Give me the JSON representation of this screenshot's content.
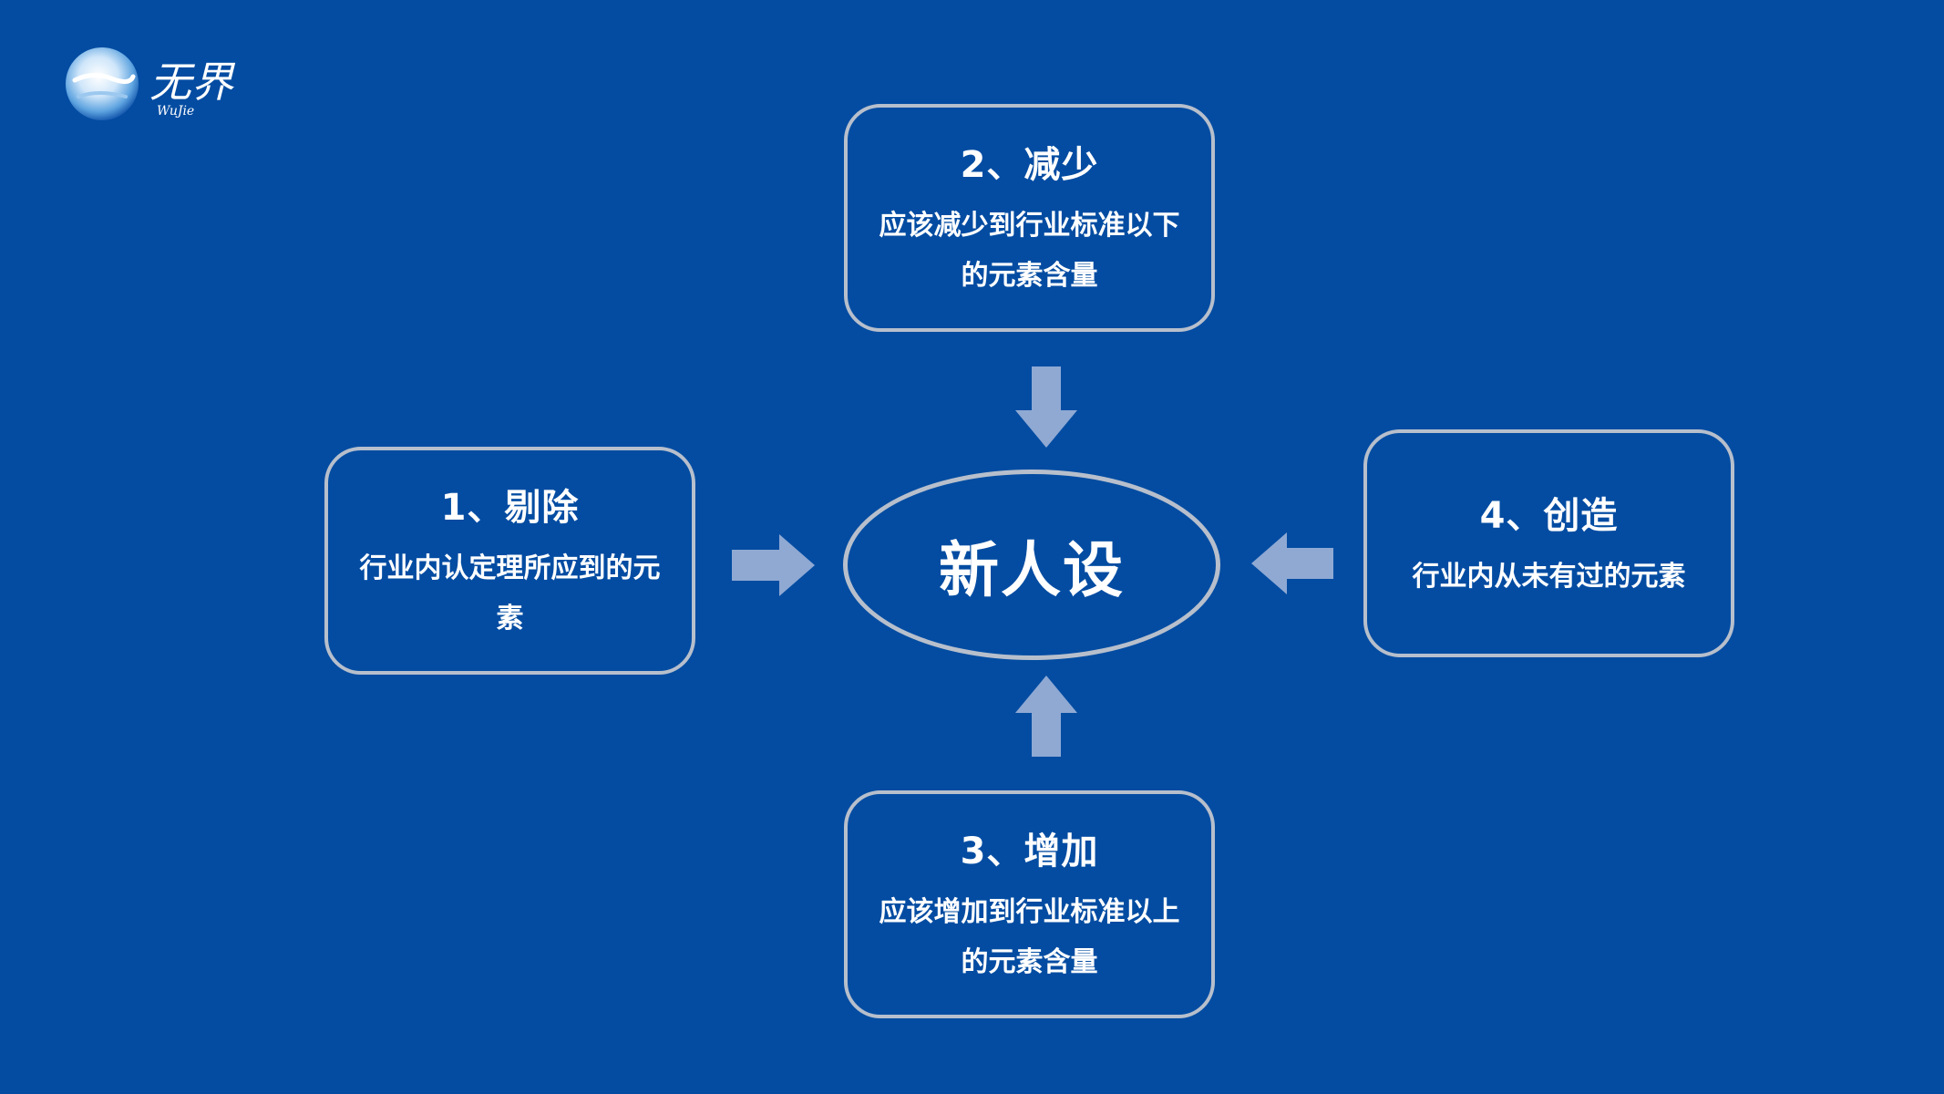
{
  "logo": {
    "text": "无界",
    "subtext": "WuJie"
  },
  "center": {
    "label": "新人设"
  },
  "boxes": {
    "top": {
      "title": "2、减少",
      "desc_line1": "应该减少到行业标准以下",
      "desc_line2": "的元素含量"
    },
    "left": {
      "title": "1、剔除",
      "desc_line1": "行业内认定理所应到的元",
      "desc_line2": "素"
    },
    "right": {
      "title": "4、创造",
      "desc_line1": "行业内从未有过的元素"
    },
    "bottom": {
      "title": "3、增加",
      "desc_line1": "应该增加到行业标准以上",
      "desc_line2": "的元素含量"
    }
  },
  "colors": {
    "background": "#034ca2",
    "border": "#b7bfcc",
    "arrow": "#8fa9d3",
    "text": "#ffffff"
  }
}
